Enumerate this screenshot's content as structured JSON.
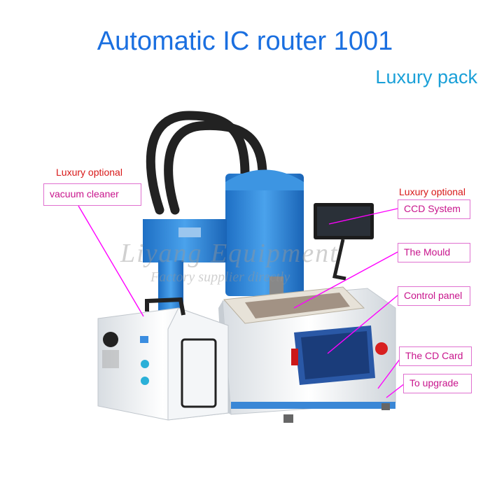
{
  "header": {
    "title": "Automatic IC router 1001",
    "subtitle": "Luxury pack"
  },
  "notes": {
    "left_optional": "Luxury optional",
    "right_optional": "Luxury optional"
  },
  "callouts": {
    "vacuum": "vacuum cleaner",
    "ccd": "CCD System",
    "mould": "The Mould",
    "control": "Control panel",
    "cdcard": "The CD Card",
    "upgrade": "To upgrade"
  },
  "watermark": {
    "line1": "Liyang Equipment",
    "line2": "Factory supplier directly"
  },
  "colors": {
    "title": "#1a6fe0",
    "subtitle": "#1aa0d8",
    "note_red": "#d81818",
    "callout_text": "#c8148c",
    "callout_border": "#e070d0",
    "machine_blue": "#2f86d6"
  }
}
